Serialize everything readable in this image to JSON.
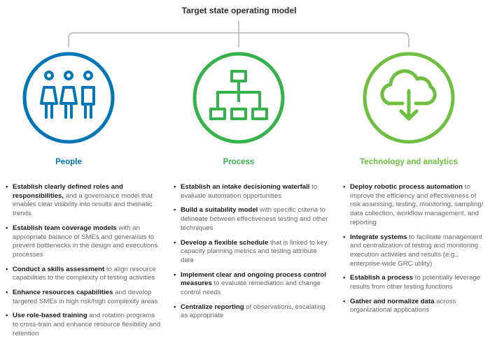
{
  "title": "Target state operating model",
  "colors": {
    "people": "#0076b6",
    "process": "#35b34a",
    "technology": "#6cbf3f",
    "connector": "#b3b3b3",
    "bold_text": "#1a1a1a",
    "body_text": "#666666"
  },
  "columns": [
    {
      "label": "People",
      "icon": "people-icon",
      "items": [
        {
          "bold": "Establish clearly defined roles and responsibilities,",
          "rest": " and a governance model that enables clear visibility into results and thematic trends"
        },
        {
          "bold": "Establish team coverage models",
          "rest": " with an appropriate balance of SMEs and generalists to prevent bottlenecks in the design and executions processes"
        },
        {
          "bold": "Conduct a skills assessment",
          "rest": " to align resource capabilities to the complexity of testing activities"
        },
        {
          "bold": "Enhance resources capabilities",
          "rest": " and develop targeted SMEs in high risk/high complexity areas"
        },
        {
          "bold": "Use role-based training",
          "rest": " and rotation programs to cross-train and enhance resource flexibility and retention"
        }
      ]
    },
    {
      "label": "Process",
      "icon": "org-chart-icon",
      "items": [
        {
          "bold": "Establish an intake decisioning waterfall",
          "rest": " to evaluate automation opportunities"
        },
        {
          "bold": "Build a suitability model",
          "rest": " with specific criteria to delineate between effectiveness testing and other techniques"
        },
        {
          "bold": "Develop a flexible schedule",
          "rest": " that is linked to key capacity planning metrics and testing attribute data"
        },
        {
          "bold": "Implement clear and ongoing process control measures",
          "rest": " to evaluate remediation and change control needs"
        },
        {
          "bold": "Centralize reporting",
          "rest": " of observations, escalating as appropriate"
        }
      ]
    },
    {
      "label": "Technology and analytics",
      "icon": "cloud-download-icon",
      "items": [
        {
          "bold": "Deploy robotic process automation",
          "rest": " to improve the efficiency and effectiveness of risk assessing, testing, monitoring, sampling/ data collection, workflow management, and reporting"
        },
        {
          "bold": "Integrate systems",
          "rest": " to facilitate management and centralization of testing and monitoring execution activities and results (e.g., enterprise-wide GRC utility)"
        },
        {
          "bold": "Establish a process",
          "rest": " to potentially leverage results from other testing functions"
        },
        {
          "bold": "Gather and normalize data",
          "rest": " across organizational applications"
        }
      ]
    }
  ]
}
